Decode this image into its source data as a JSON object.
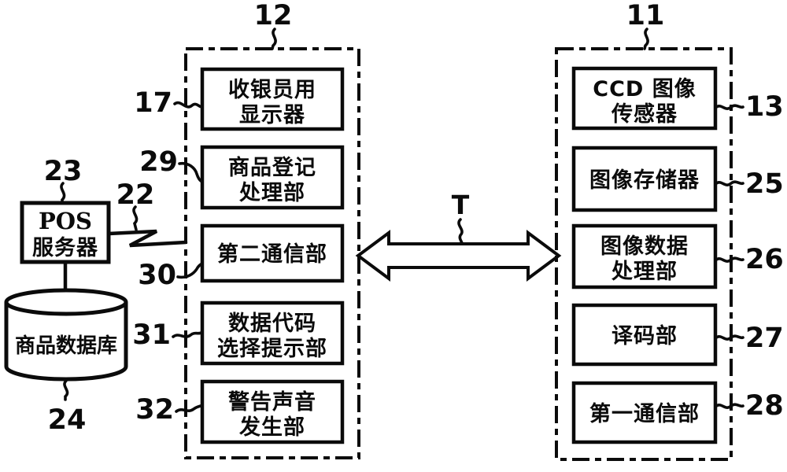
{
  "pos_terminal": {
    "ref": "12",
    "boxes": [
      {
        "ref": "17",
        "line1": "收银员用",
        "line2": "显示器"
      },
      {
        "ref": "29",
        "line1": "商品登记",
        "line2": "处理部"
      },
      {
        "ref": "30",
        "line1": "第二通信部"
      },
      {
        "ref": "31",
        "line1": "数据代码",
        "line2": "选择提示部"
      },
      {
        "ref": "32",
        "line1": "警告声音",
        "line2": "发生部"
      }
    ]
  },
  "scanner_unit": {
    "ref": "11",
    "boxes": [
      {
        "ref": "13",
        "line1": "CCD 图像",
        "line2": "传感器"
      },
      {
        "ref": "25",
        "line1": "图像存储器"
      },
      {
        "ref": "26",
        "line1": "图像数据",
        "line2": "处理部"
      },
      {
        "ref": "27",
        "line1": "译码部"
      },
      {
        "ref": "28",
        "line1": "第一通信部"
      }
    ]
  },
  "pos_server": {
    "ref": "23",
    "line1": "POS",
    "line2": "服务器"
  },
  "database": {
    "ref": "24",
    "label": "商品数据库"
  },
  "connection": {
    "ref": "22"
  },
  "transmission": {
    "ref": "T"
  },
  "colors": {
    "ink": "#0b0b0b",
    "paper": "#ffffff"
  }
}
